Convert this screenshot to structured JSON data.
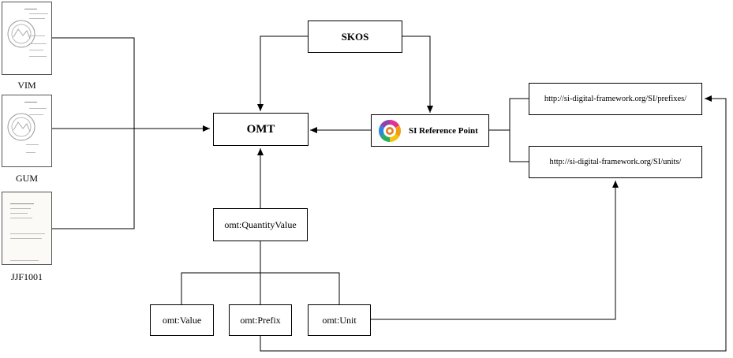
{
  "nodes": {
    "skos": "SKOS",
    "omt": "OMT",
    "si_reference_point": "SI Reference Point",
    "prefixes_url": "http://si-digital-framework.org/SI/prefixes/",
    "units_url": "http://si-digital-framework.org/SI/units/",
    "quantity_value": "omt:QuantityValue",
    "value": "omt:Value",
    "prefix": "omt:Prefix",
    "unit": "omt:Unit"
  },
  "documents": [
    {
      "label": "VIM",
      "seal_icon": "circular-seal-icon"
    },
    {
      "label": "GUM",
      "seal_icon": "circular-seal-icon"
    },
    {
      "label": "JJF1001",
      "seal_icon": "none"
    }
  ],
  "colors": {
    "line": "#000000",
    "box_border": "#000000",
    "background": "#ffffff"
  }
}
